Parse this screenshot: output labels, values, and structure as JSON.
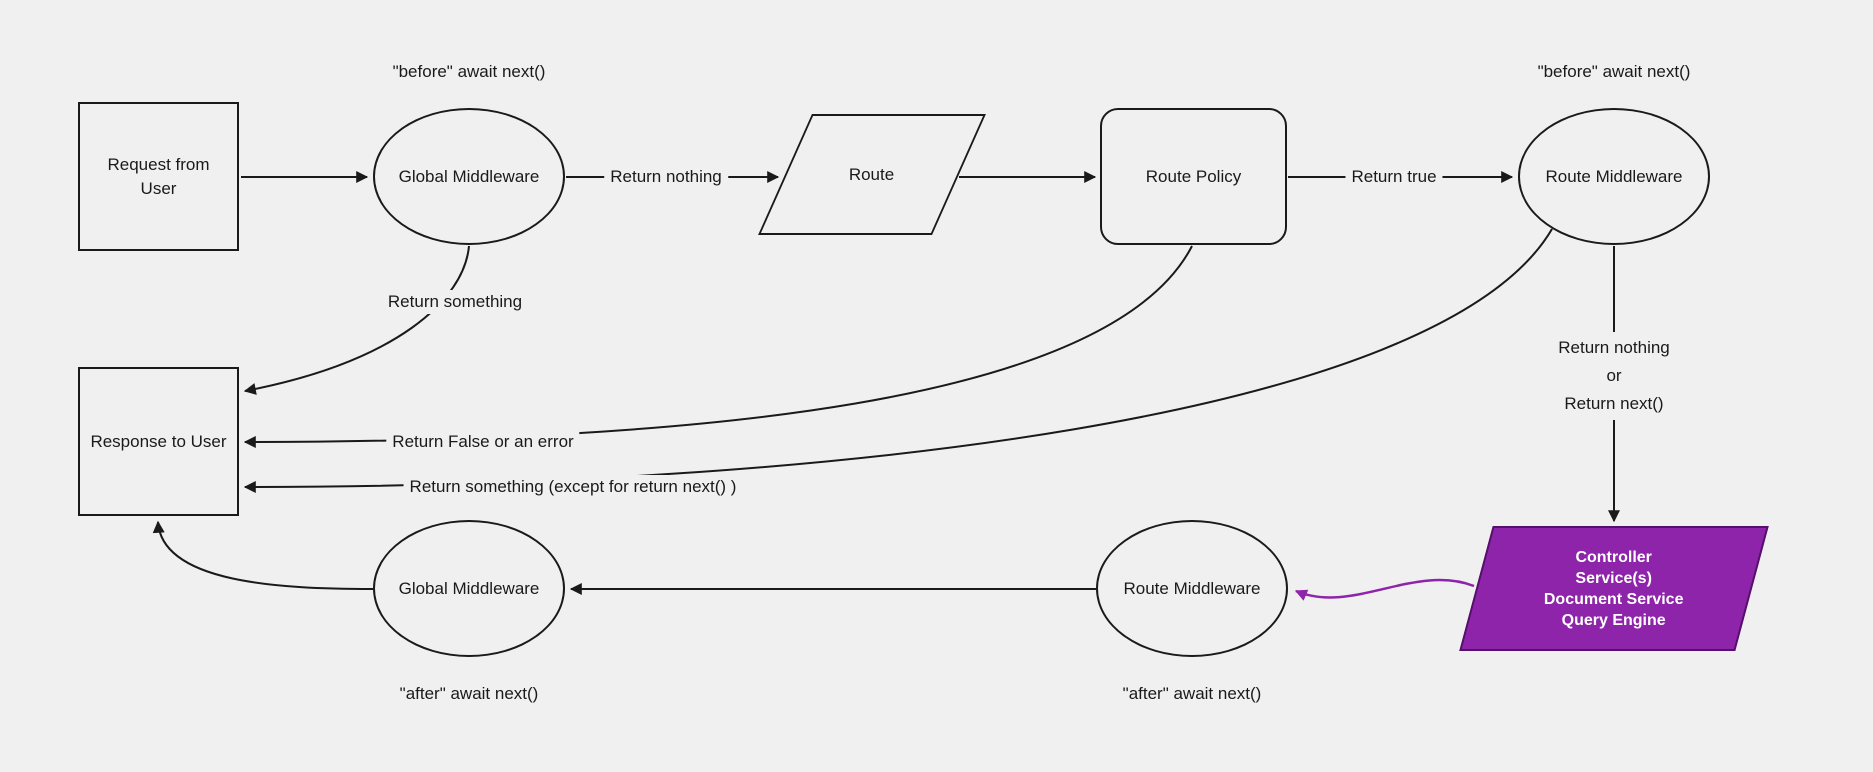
{
  "colors": {
    "background": "#f0f0f0",
    "stroke": "#1a1a1a",
    "accent_purple": "#8e24aa"
  },
  "nodes": {
    "request_from_user": {
      "label": "Request from User"
    },
    "global_middleware_top": {
      "label": "Global Middleware",
      "annotation": "\"before\" await next()"
    },
    "route": {
      "label": "Route"
    },
    "route_policy": {
      "label": "Route Policy"
    },
    "route_middleware_top": {
      "label": "Route Middleware",
      "annotation": "\"before\" await next()"
    },
    "response_to_user": {
      "label": "Response to User"
    },
    "controller_services": {
      "lines": [
        "Controller",
        "Service(s)",
        "Document Service",
        "Query Engine"
      ]
    },
    "route_middleware_bottom": {
      "label": "Route Middleware",
      "annotation": "\"after\" await next()"
    },
    "global_middleware_bottom": {
      "label": "Global Middleware",
      "annotation": "\"after\" await next()"
    }
  },
  "edge_labels": {
    "return_nothing": "Return nothing",
    "return_true": "Return true",
    "return_something": "Return something",
    "return_false_or_error": "Return False or an error",
    "return_something_except": "Return something (except for return next() )",
    "return_nothing_or_next": [
      "Return nothing",
      "or",
      "Return next()"
    ]
  }
}
